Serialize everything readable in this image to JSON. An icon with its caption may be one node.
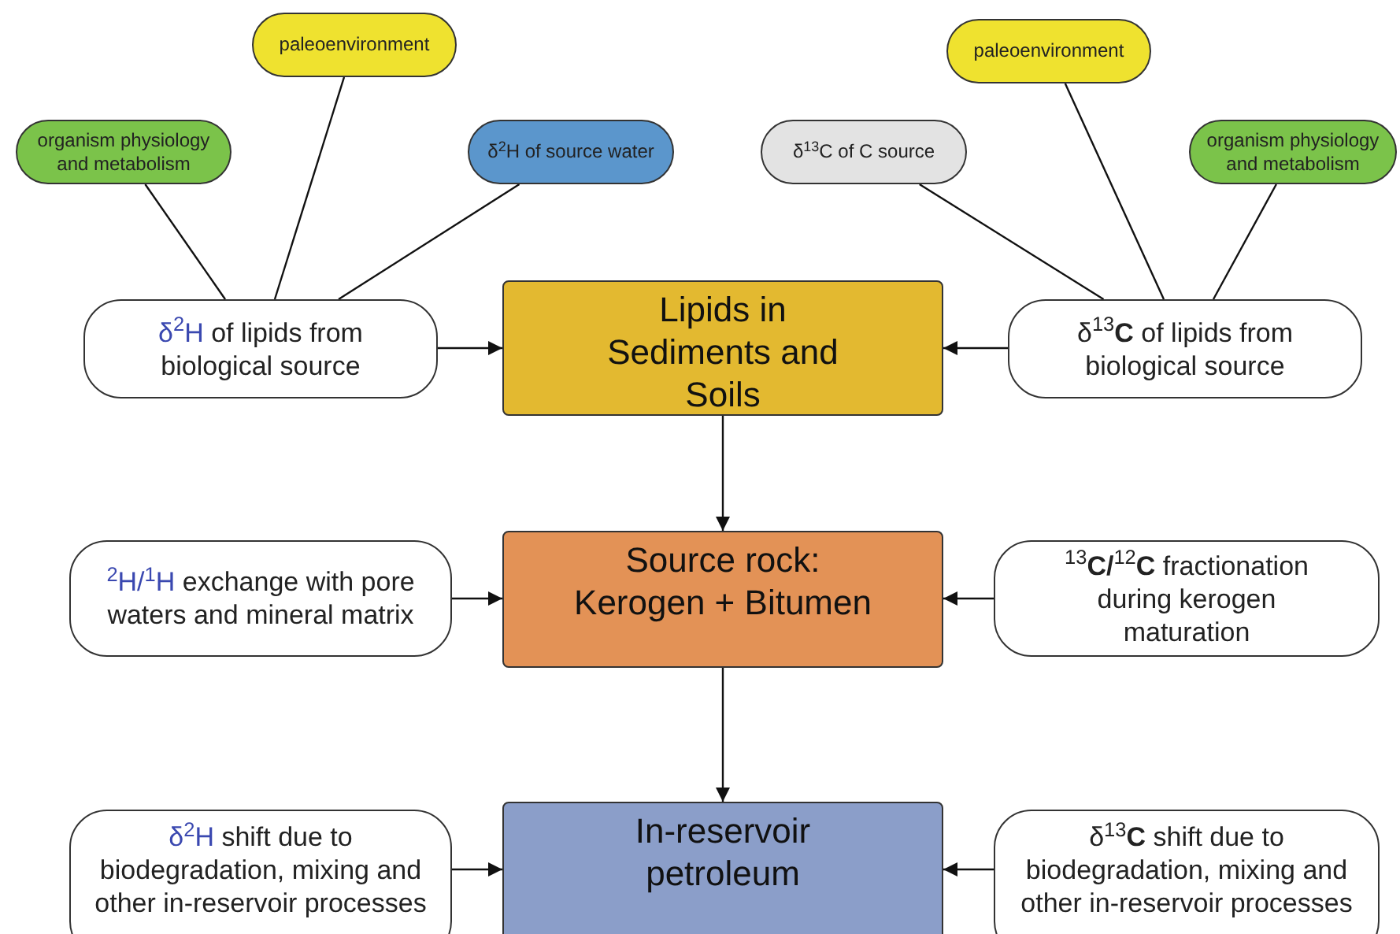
{
  "diagram": {
    "nodes": [
      {
        "text": [
          "organism physiology and metabolism"
        ]
      },
      {
        "text": [
          "paleoenvironment"
        ]
      },
      {
        "text": [
          "δ$^{2}$H of source water"
        ]
      },
      {
        "text": [
          "δ$^{2}$H of lipids from biological source"
        ]
      },
      {
        "text": [
          "δ$^{13}$C of C source"
        ]
      },
      {
        "text": [
          "paleoenvironment"
        ]
      },
      {
        "text": [
          "organism physiology and metabolism"
        ]
      },
      {
        "text": [
          "δ$^{13}$**C** of lipids from biological source"
        ]
      },
      {
        "text": [
          "Lipids in Sediments and Soils"
        ]
      },
      {
        "text": [
          "$^{2}$H/$^{1}$H exchange with pore waters and mineral matrix"
        ]
      },
      {
        "text": [
          "Source rock: Kerogen + Bitumen"
        ]
      },
      {
        "text": [
          "$^{13}$**C/**$^{12}$**C** fractionation during kerogen maturation"
        ]
      },
      {
        "text": [
          "In-reservoir petroleum"
        ]
      },
      {
        "text": [
          "δ$^{2}$H shift due to biodegradation, mixing and other in-reservoir processes"
        ]
      },
      {
        "text": [
          "δ$^{13}$**C** shift due to biodegradation, mixing and other in-reservoir processes"
        ]
      }
    ],
    "edges": [
      {
        "from": 0,
        "to": 3,
        "arrow": "none"
      },
      {
        "from": 1,
        "to": 3,
        "arrow": "none"
      },
      {
        "from": 2,
        "to": 3,
        "arrow": "none"
      },
      {
        "from": 4,
        "to": 7,
        "arrow": "none"
      },
      {
        "from": 5,
        "to": 7,
        "arrow": "none"
      },
      {
        "from": 6,
        "to": 7,
        "arrow": "none"
      },
      {
        "from": 3,
        "to": 8,
        "arrow": "to"
      },
      {
        "from": 7,
        "to": 8,
        "arrow": "to"
      },
      {
        "from": 8,
        "to": 10,
        "arrow": "to"
      },
      {
        "from": 9,
        "to": 10,
        "arrow": "to"
      },
      {
        "from": 11,
        "to": 10,
        "arrow": "to"
      },
      {
        "from": 10,
        "to": 12,
        "arrow": "to"
      },
      {
        "from": 13,
        "to": 12,
        "arrow": "to"
      },
      {
        "from": 14,
        "to": 12,
        "arrow": "to"
      }
    ]
  }
}
